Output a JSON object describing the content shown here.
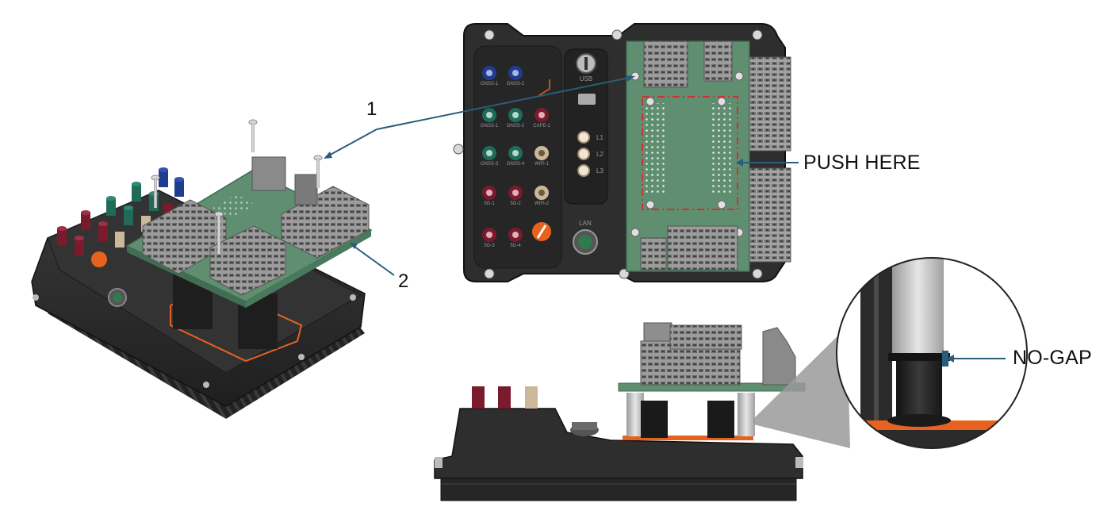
{
  "callouts": {
    "num1": "1",
    "num2": "2",
    "push_here": "PUSH HERE",
    "no_gap": "NO-GAP"
  },
  "device_labels": {
    "port_row1": [
      "GNSS-1",
      "GNSS-2"
    ],
    "port_row2": [
      "GNSS-1",
      "GNSS-2",
      "CAFE-1"
    ],
    "port_row3": [
      "GNSS-3",
      "GNSS-4",
      "WIFI-1"
    ],
    "port_row4": [
      "5G-1",
      "5G-2",
      "WIFI-2"
    ],
    "port_row5": [
      "5G-3",
      "5G-4"
    ],
    "usb": "USB",
    "leds": [
      "L1",
      "L2",
      "L3"
    ],
    "lan": "LAN"
  },
  "colors": {
    "housing": "#2e2e2e",
    "housing_edge": "#1a1a1a",
    "pcb": "#5f8f70",
    "terminal": "#8a8a8a",
    "callout_line": "#2a5d7a",
    "push_box": "#d0312d",
    "fakra_blue": "#1f3c8f",
    "fakra_green": "#1f6b58",
    "fakra_maroon": "#7a1b2d",
    "fakra_beige": "#cbb89a",
    "orange": "#e8621f"
  }
}
